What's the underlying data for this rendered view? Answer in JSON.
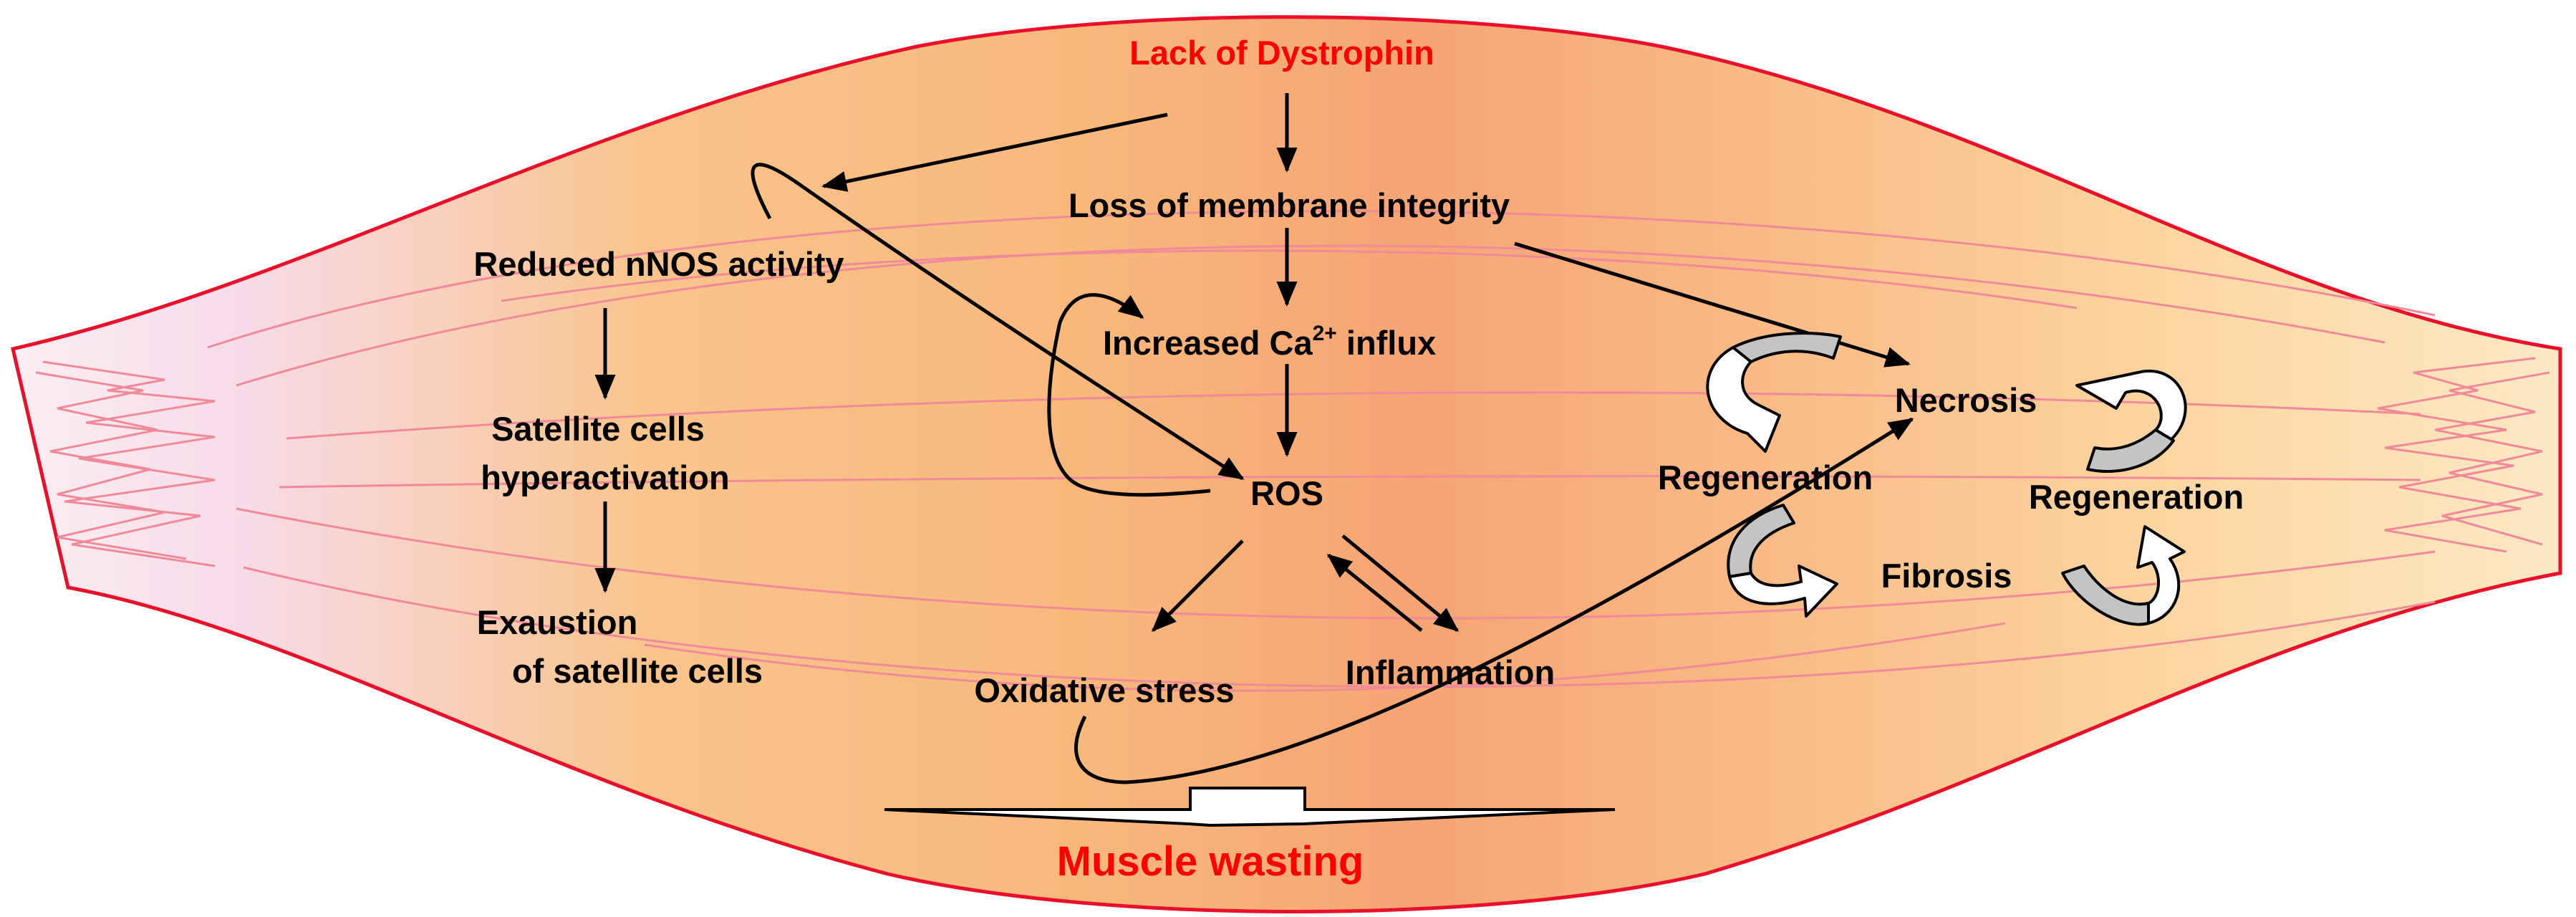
{
  "labels": {
    "lack_of_dystrophin": "Lack of Dystrophin",
    "loss_of_membrane_integrity": "Loss of membrane integrity",
    "reduced_nnos_activity": "Reduced nNOS  activity",
    "increased_ca_prefix": "Increased Ca",
    "increased_ca_sup": "2+",
    "increased_ca_suffix": " influx",
    "satellite_line1": "Satellite cells",
    "satellite_line2": "hyperactivation",
    "exaustion_line1": "Exaustion",
    "exaustion_line2": "of satellite cells",
    "ros": "ROS",
    "oxidative_stress": "Oxidative stress",
    "inflammation": "Inflammation",
    "necrosis": "Necrosis",
    "regeneration_left": "Regeneration",
    "regeneration_right": "Regeneration",
    "fibrosis": "Fibrosis",
    "muscle_wasting": "Muscle wasting"
  },
  "colors": {
    "title_red": "#ff0000",
    "outline_red": "#e8102a",
    "fiber_pink": "#f08a9a",
    "gradient_left": "#f9e6ef",
    "gradient_mid": "#f9bf80",
    "gradient_center": "#f7a774",
    "gradient_right": "#fdd9a6",
    "cycle_arrow_gray": "#c4c4c4"
  }
}
